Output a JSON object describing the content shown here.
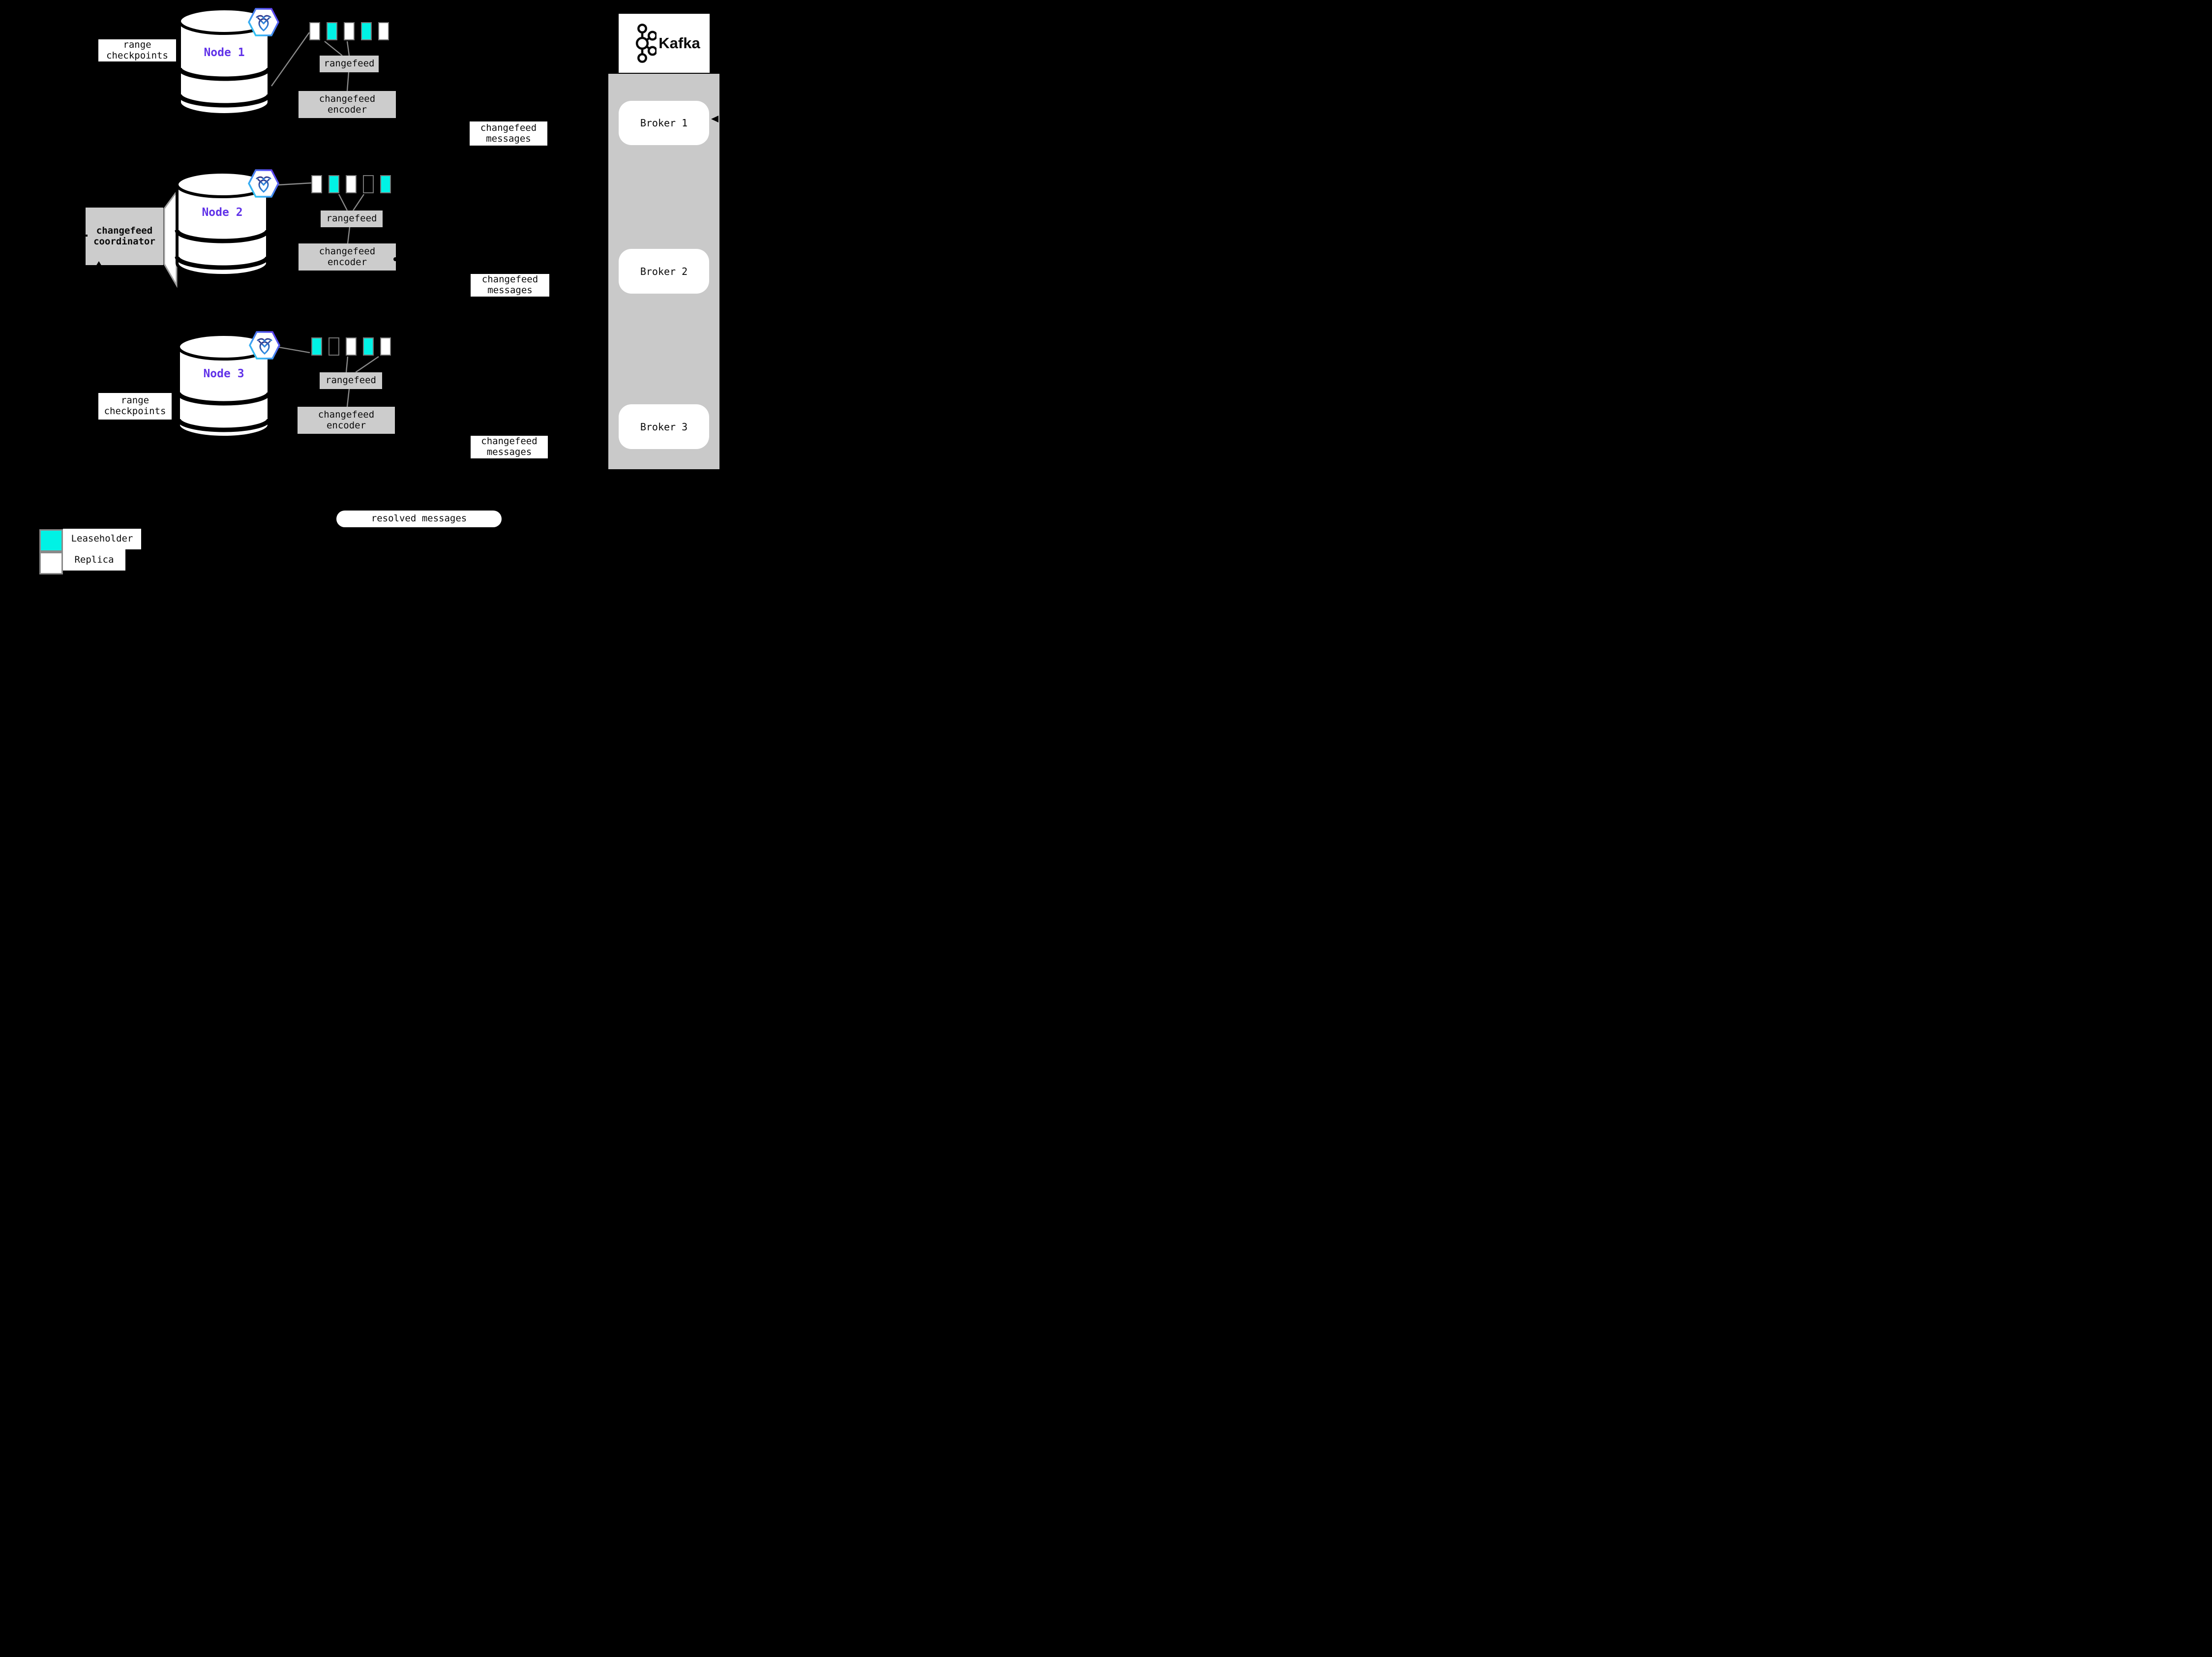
{
  "labels": {
    "range_checkpoints": "range checkpoints",
    "rangefeed": "rangefeed",
    "changefeed_encoder": "changefeed encoder",
    "changefeed_messages": "changefeed messages",
    "changefeed_coordinator": "changefeed coordinator",
    "resolved_messages": "resolved messages"
  },
  "nodes": [
    {
      "name": "Node 1",
      "replicas": [
        "replica",
        "leaseholder",
        "replica",
        "leaseholder",
        "replica"
      ]
    },
    {
      "name": "Node 2",
      "replicas": [
        "replica",
        "leaseholder",
        "replica",
        "empty",
        "leaseholder"
      ]
    },
    {
      "name": "Node 3",
      "replicas": [
        "leaseholder",
        "empty",
        "replica",
        "leaseholder",
        "replica"
      ]
    }
  ],
  "kafka": {
    "title": "Kafka",
    "brokers": [
      {
        "label": "Broker 1"
      },
      {
        "label": "Broker 2"
      },
      {
        "label": "Broker 3"
      }
    ]
  },
  "legend": {
    "items": [
      {
        "label": "Leaseholder",
        "color": "#00F2E5"
      },
      {
        "label": "Replica",
        "color": "#FFFFFF"
      }
    ]
  },
  "colors": {
    "background": "#000000",
    "leaseholder": "#00F2E5",
    "replica": "#FFFFFF",
    "node_name": "#6133E8",
    "panel": "#CCCCCC",
    "connector": "#8A8A8A",
    "swatch_border": "#757575"
  }
}
